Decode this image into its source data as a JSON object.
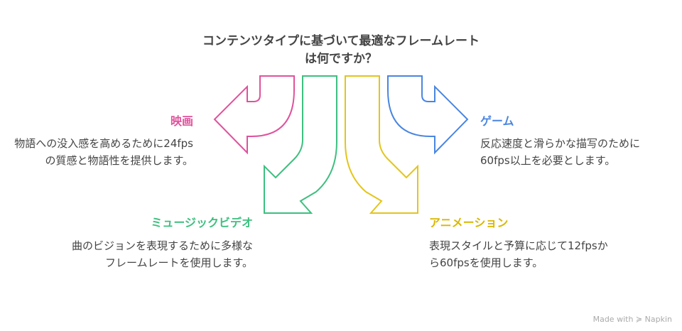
{
  "title": "コンテンツタイプに基づいて最適なフレームレートは何ですか？",
  "colors": {
    "movie": "#e0529c",
    "music_video": "#3dbf7f",
    "animation": "#e3c51c",
    "game": "#4a86e0"
  },
  "items": {
    "movie": {
      "label": "映画",
      "description": "物語への没入感を高めるために24fpsの質感と物語性を提供します。"
    },
    "game": {
      "label": "ゲーム",
      "description": "反応速度と滑らかな描写のために60fps以上を必要とします。"
    },
    "music_video": {
      "label": "ミュージックビデオ",
      "description": "曲のビジョンを表現するために多様なフレームレートを使用します。"
    },
    "animation": {
      "label": "アニメーション",
      "description": "表現スタイルと予算に応じて12fpsから60fpsを使用します。"
    }
  },
  "footer": {
    "text": "Made with",
    "brand": "Napkin"
  }
}
